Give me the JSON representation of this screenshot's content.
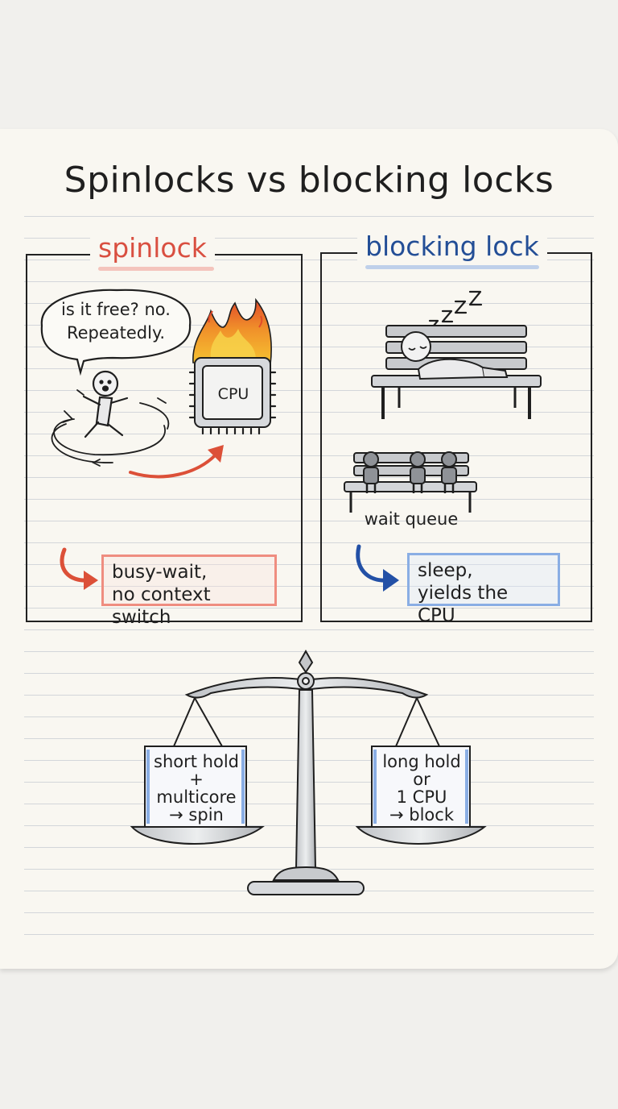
{
  "title": "Spinlocks vs blocking locks",
  "spinlock": {
    "heading": "spinlock",
    "bubble_line1": "is it free? no.",
    "bubble_line2": "Repeatedly.",
    "cpu_label": "CPU",
    "result_line1": "busy-wait,",
    "result_line2": "no context switch"
  },
  "blocking": {
    "heading": "blocking lock",
    "zzz": "z z z",
    "queue_label": "wait queue",
    "result_line1": "sleep,",
    "result_line2": "yields the CPU"
  },
  "scale": {
    "left_pan": [
      "short hold",
      "+",
      "multicore",
      "→ spin"
    ],
    "right_pan": [
      "long hold",
      "or",
      "1 CPU",
      "→ block"
    ]
  },
  "colors": {
    "spin_accent": "#d94f40",
    "block_accent": "#234e96",
    "spin_highlight": "#ef8d80",
    "block_highlight": "#8aaee4",
    "paper": "#f9f7f1",
    "ink": "#1f1f1f"
  }
}
